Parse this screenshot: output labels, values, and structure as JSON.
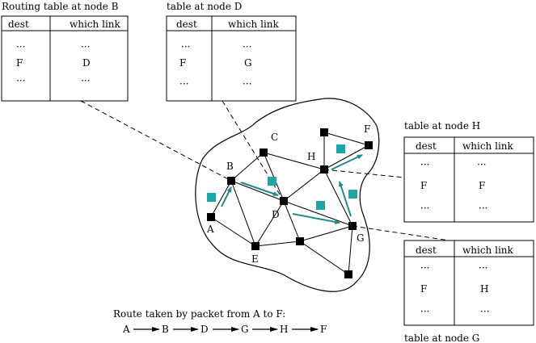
{
  "tables": [
    {
      "id": "B",
      "title": "Routing table at node B",
      "headers": [
        "dest",
        "which link"
      ],
      "rows": [
        [
          "···",
          "···"
        ],
        [
          "F",
          "D"
        ],
        [
          "···",
          "···"
        ]
      ]
    },
    {
      "id": "D",
      "title": "table at node D",
      "headers": [
        "dest",
        "which link"
      ],
      "rows": [
        [
          "···",
          "···"
        ],
        [
          "F",
          "G"
        ],
        [
          "···",
          "···"
        ]
      ]
    },
    {
      "id": "H",
      "title": "table at node H",
      "headers": [
        "dest",
        "which link"
      ],
      "rows": [
        [
          "···",
          "···"
        ],
        [
          "F",
          "F"
        ],
        [
          "···",
          "···"
        ]
      ]
    },
    {
      "id": "G",
      "title": "table at node G",
      "headers": [
        "dest",
        "which link"
      ],
      "rows": [
        [
          "···",
          "···"
        ],
        [
          "F",
          "H"
        ],
        [
          "···",
          "···"
        ]
      ]
    }
  ],
  "nodes": [
    {
      "id": "A",
      "label": "A"
    },
    {
      "id": "B",
      "label": "B"
    },
    {
      "id": "C",
      "label": "C"
    },
    {
      "id": "D",
      "label": "D"
    },
    {
      "id": "E",
      "label": "E"
    },
    {
      "id": "F",
      "label": "F"
    },
    {
      "id": "G",
      "label": "G"
    },
    {
      "id": "H",
      "label": "H"
    },
    {
      "id": "P",
      "label": ""
    },
    {
      "id": "Q",
      "label": ""
    },
    {
      "id": "R",
      "label": ""
    },
    {
      "id": "S",
      "label": ""
    }
  ],
  "route": {
    "caption": "Route taken by packet from A to F:",
    "hops": [
      "A",
      "B",
      "D",
      "G",
      "H",
      "F"
    ]
  },
  "colors": {
    "node": "#000000",
    "packet": "#1ea6a6",
    "arrow": "#1e8c8c"
  }
}
